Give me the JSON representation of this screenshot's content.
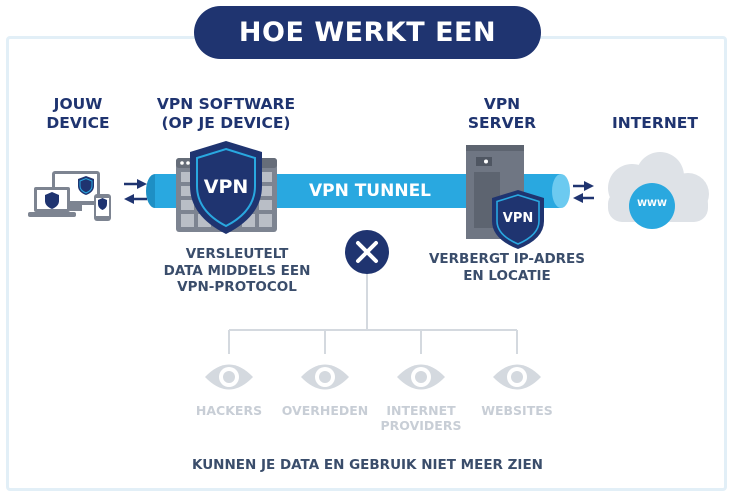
{
  "title": "HOE WERKT EEN VPN?",
  "columns": {
    "device": "JOUW\nDEVICE",
    "software": "VPN SOFTWARE\n(OP JE DEVICE)",
    "server": "VPN\nSERVER",
    "internet": "INTERNET"
  },
  "tunnel_label": "VPN TUNNEL",
  "shield_text": "VPN",
  "server_shield_text": "VPN",
  "cloud_text": "WWW",
  "software_desc": "VERSLEUTELT\nDATA MIDDELS EEN\nVPN-PROTOCOL",
  "server_desc": "VERBERGT IP-ADRES\nEN LOCATIE",
  "observers": [
    {
      "label": "HACKERS"
    },
    {
      "label": "OVERHEDEN"
    },
    {
      "label": "INTERNET\nPROVIDERS"
    },
    {
      "label": "WEBSITES"
    }
  ],
  "footer": "KUNNEN JE DATA EN GEBRUIK NIET MEER ZIEN",
  "colors": {
    "navy": "#1f3470",
    "tunnel": "#29a8e0",
    "grey": "#d4d9df",
    "frame": "#e2eff7"
  }
}
